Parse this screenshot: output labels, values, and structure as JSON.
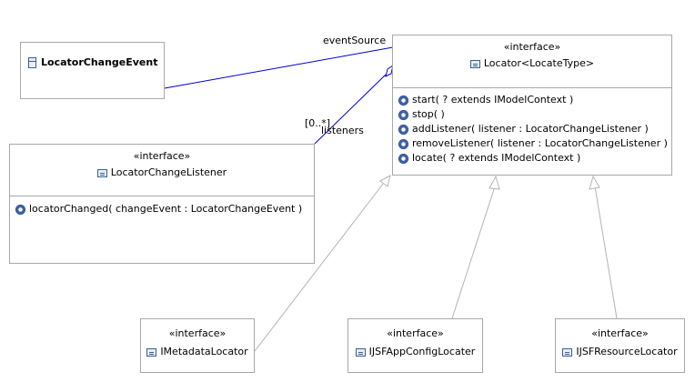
{
  "classes": {
    "locator_change_event": {
      "name": "LocatorChangeEvent"
    },
    "locator": {
      "stereotype": "«interface»",
      "name": "Locator<LocateType>",
      "operations": [
        "start( ? extends IModelContext )",
        "stop(   )",
        "addListener( listener : LocatorChangeListener )",
        "removeListener( listener : LocatorChangeListener )",
        "locate( ? extends IModelContext )"
      ]
    },
    "listener": {
      "stereotype": "«interface»",
      "name": "LocatorChangeListener",
      "operations": [
        "locatorChanged( changeEvent : LocatorChangeEvent )"
      ]
    },
    "metadata_locator": {
      "stereotype": "«interface»",
      "name": "IMetadataLocator"
    },
    "appconfig_locater": {
      "stereotype": "«interface»",
      "name": "IJSFAppConfigLocater"
    },
    "resource_locator": {
      "stereotype": "«interface»",
      "name": "IJSFResourceLocator"
    }
  },
  "associations": {
    "event_source": "eventSource",
    "listeners": "listeners",
    "multiplicity": "[0..*]"
  },
  "colors": {
    "association": "#0000cc",
    "generalization": "#b4b4b4",
    "border": "#a8a8a8"
  }
}
